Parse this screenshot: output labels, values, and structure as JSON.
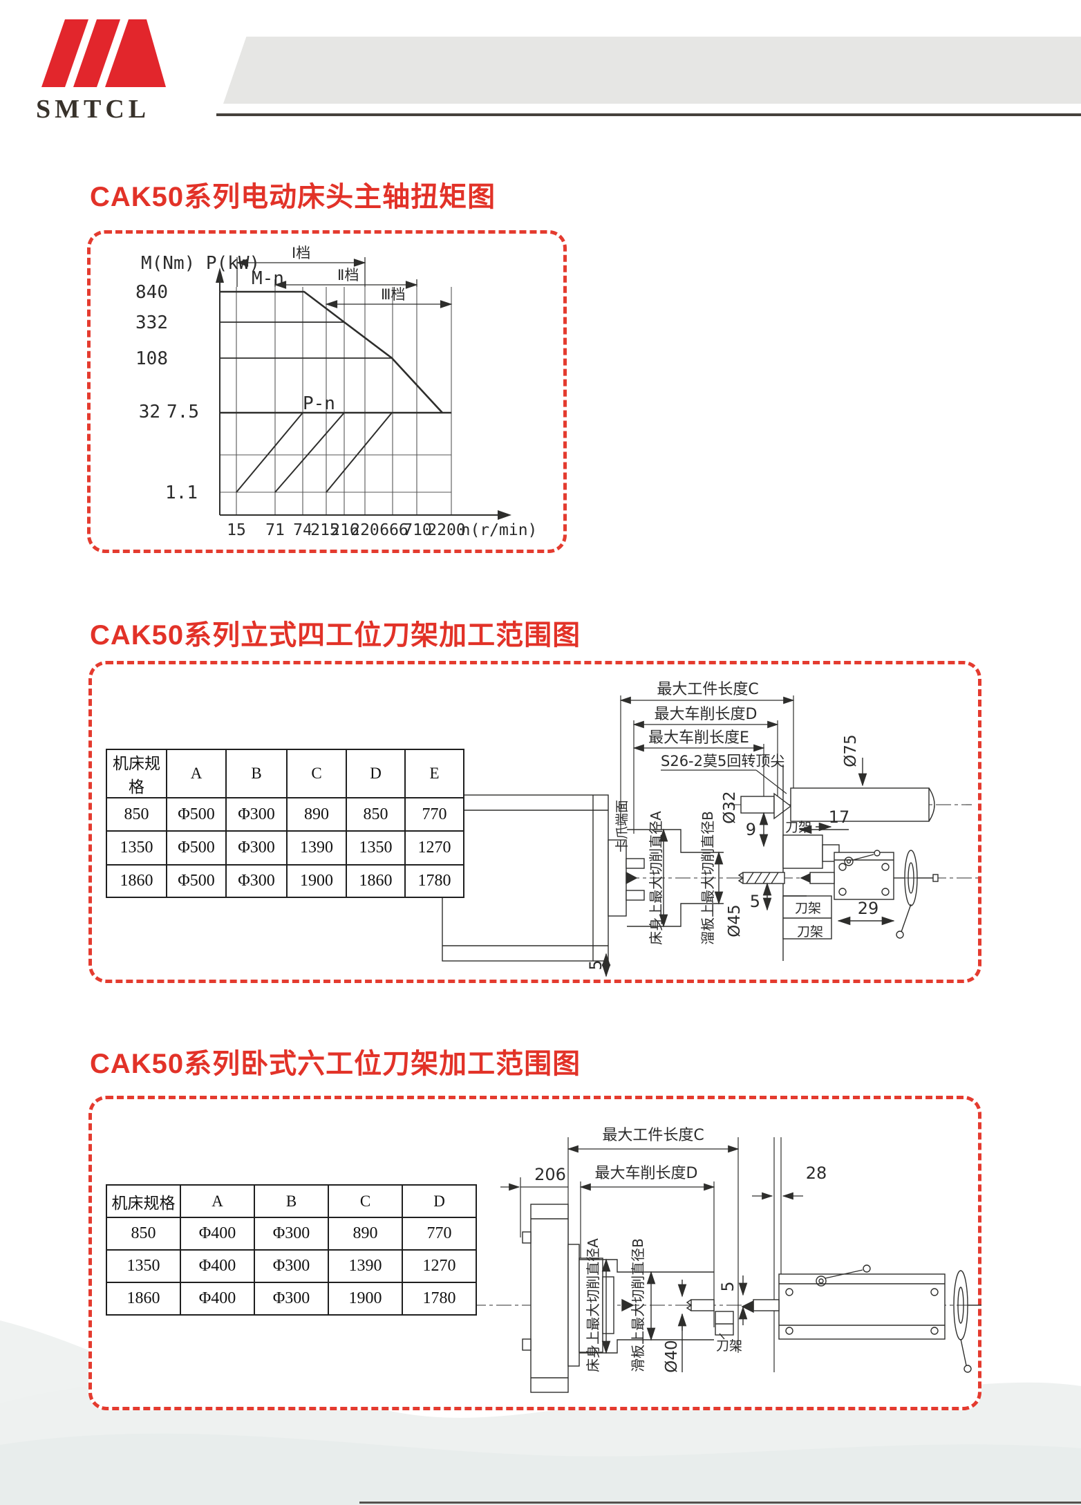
{
  "header": {
    "logo_text": "SMTCL"
  },
  "sections": [
    {
      "title": "CAK50系列电动床头主轴扭矩图"
    },
    {
      "title": "CAK50系列立式四工位刀架加工范围图"
    },
    {
      "title": "CAK50系列卧式六工位刀架加工范围图"
    }
  ],
  "chart_data": {
    "type": "line",
    "title": "CAK50系列电动床头主轴扭矩图",
    "axis_corner_label": "M(Nm) P(kW)",
    "x_axis_label": "n(r/min)",
    "xlabel_units": "r/min",
    "m_ticks": [
      "840",
      "332",
      "108",
      "32"
    ],
    "p_ticks": [
      "7.5",
      "1.1"
    ],
    "x_ticks": [
      "15",
      "71",
      "74",
      "215",
      "216",
      "220",
      "666",
      "710",
      "2200"
    ],
    "gear_labels": [
      "Ⅰ档",
      "Ⅱ档",
      "Ⅲ档"
    ],
    "gear_ranges_rpm": [
      [
        15,
        220
      ],
      [
        71,
        710
      ],
      [
        215,
        2200
      ]
    ],
    "curve_labels": [
      "M-n",
      "P-n"
    ],
    "series": [
      {
        "name": "M-n",
        "points_rpm_Nm": [
          [
            15,
            840
          ],
          [
            74,
            840
          ],
          [
            216,
            332
          ],
          [
            666,
            108
          ],
          [
            2200,
            32
          ]
        ]
      },
      {
        "name": "P-n",
        "segments_rpm_kW": [
          [
            [
              15,
              1.1
            ],
            [
              74,
              7.5
            ]
          ],
          [
            [
              71,
              1.1
            ],
            [
              216,
              7.5
            ]
          ],
          [
            [
              215,
              1.1
            ],
            [
              666,
              7.5
            ]
          ]
        ],
        "note": "P constant at 7.5 kW after each rise; lower bound 1.1 kW"
      }
    ],
    "ylim_M": [
      1.1,
      840
    ],
    "xlim_rpm": [
      15,
      2200
    ],
    "grid": true
  },
  "vertical4": {
    "table": {
      "headers": [
        "机床规格",
        "A",
        "B",
        "C",
        "D",
        "E"
      ],
      "rows": [
        [
          "850",
          "Φ500",
          "Φ300",
          "890",
          "850",
          "770"
        ],
        [
          "1350",
          "Φ500",
          "Φ300",
          "1390",
          "1350",
          "1270"
        ],
        [
          "1860",
          "Φ500",
          "Φ300",
          "1900",
          "1860",
          "1780"
        ]
      ]
    },
    "labels": {
      "len_c": "最大工件长度C",
      "len_d": "最大车削长度D",
      "len_e": "最大车削长度E",
      "center_spec": "S26-2莫5回转顶尖",
      "dia75": "Ø75",
      "dia32": "Ø32",
      "dia45": "Ø45",
      "dia_a": "床身上最大切削直径A",
      "dia_b": "溜板上最大切削直径B",
      "chuck_face": "卡爪端面",
      "toolpost": "刀架",
      "d9": "9",
      "d17": "17",
      "d29": "29",
      "d5": "5"
    }
  },
  "horizontal6": {
    "table": {
      "headers": [
        "机床规格",
        "A",
        "B",
        "C",
        "D"
      ],
      "rows": [
        [
          "850",
          "Φ400",
          "Φ300",
          "890",
          "770"
        ],
        [
          "1350",
          "Φ400",
          "Φ300",
          "1390",
          "1270"
        ],
        [
          "1860",
          "Φ400",
          "Φ300",
          "1900",
          "1780"
        ]
      ]
    },
    "labels": {
      "len_c": "最大工件长度C",
      "len_d": "最大车削长度D",
      "d206": "206",
      "d28": "28",
      "dia_a": "床身上最大切削直径A",
      "dia_b": "滑板上最大切削直径B",
      "dia40": "Ø40",
      "toolpost": "刀架",
      "d5": "5"
    }
  }
}
